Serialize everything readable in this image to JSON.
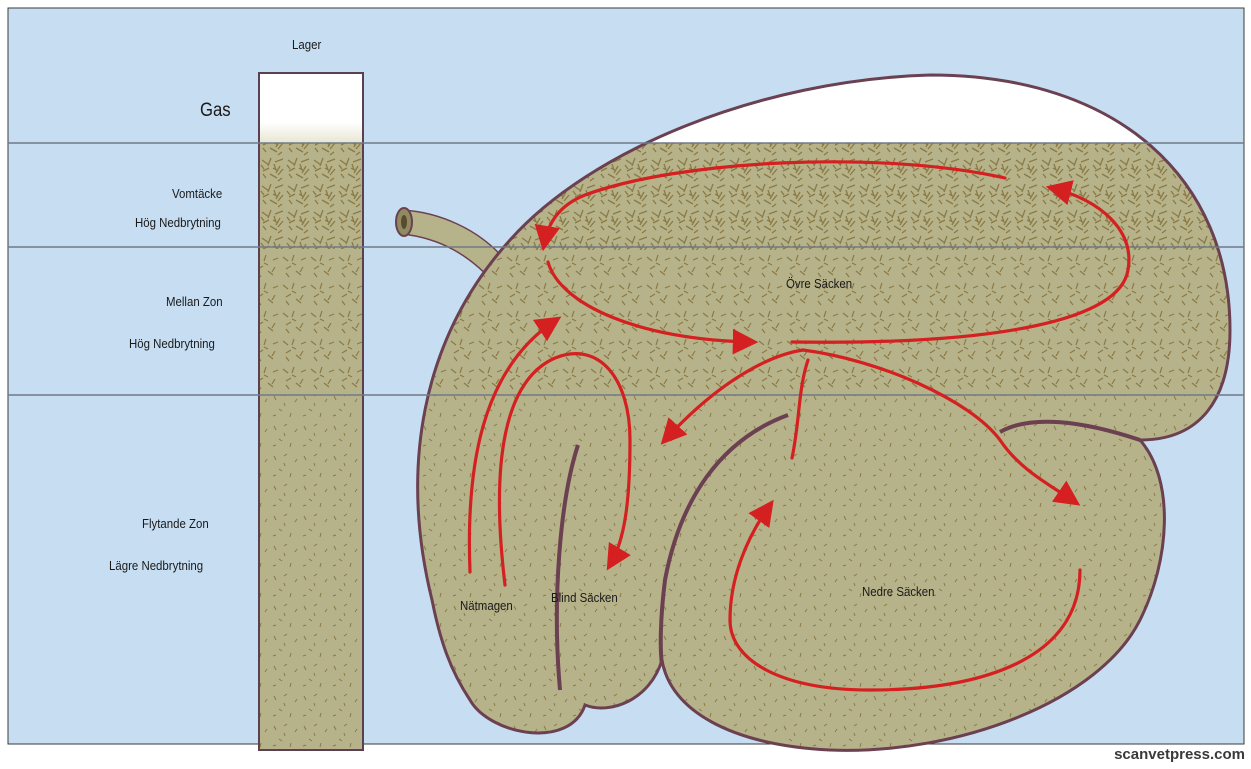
{
  "diagram": {
    "column": {
      "header": "Lager",
      "gas": "Gas"
    },
    "layers": [
      {
        "name": "Vomtäcke",
        "breakdown": "Hög Nedbrytning"
      },
      {
        "name": "Mellan Zon",
        "breakdown": "Hög Nedbrytning"
      },
      {
        "name": "Flytande Zon",
        "breakdown": "Lägre Nedbrytning"
      }
    ],
    "compartments": {
      "upper_sac": "Övre Säcken",
      "reticulum": "Nätmagen",
      "blind_sac": "Blind Säcken",
      "lower_sac": "Nedre Säcken"
    },
    "credit": "scanvetpress.com",
    "colors": {
      "background": "#c6ddf2",
      "content": "#b6b28a",
      "fiber": "#8a7a45",
      "outline": "#6b4050",
      "arrow": "#d42020",
      "layer_line": "#707a88"
    }
  }
}
